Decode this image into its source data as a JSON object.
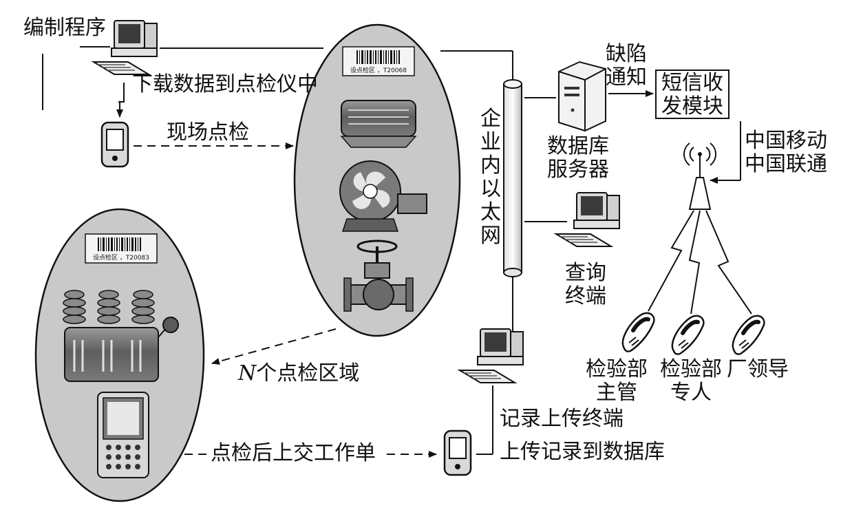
{
  "labels": {
    "compile_program": "编制程序",
    "download_data": "下载数据到点检仪中",
    "field_inspection": "现场点检",
    "enterprise_ethernet": "企业内以太网",
    "defect_notice_line1": "缺陷",
    "defect_notice_line2": "通知",
    "sms_module": "短信收发模块",
    "database_server_line1": "数据库",
    "database_server_line2": "服务器",
    "china_mobile": "中国移动",
    "china_unicom": "中国联通",
    "query_terminal_line1": "查询",
    "query_terminal_line2": "终端",
    "inspection_supervisor_line1": "检验部",
    "inspection_supervisor_line2": "主管",
    "inspection_specialist_line1": "检验部",
    "inspection_specialist_line2": "专人",
    "factory_leader": "厂领导",
    "n_letter": "N",
    "n_inspection_areas": "个点检区域",
    "submit_worksheet": "点检后上交工作单",
    "record_upload_terminal": "记录上传终端",
    "upload_to_database": "上传记录到数据库"
  },
  "barcodes": {
    "area1": "设点检区 ，T20068",
    "area2": "设点检区 ，T20083"
  },
  "colors": {
    "ellipse_fill": "#c8c8c8",
    "equipment": "#6e6e6e",
    "line": "#111111"
  }
}
